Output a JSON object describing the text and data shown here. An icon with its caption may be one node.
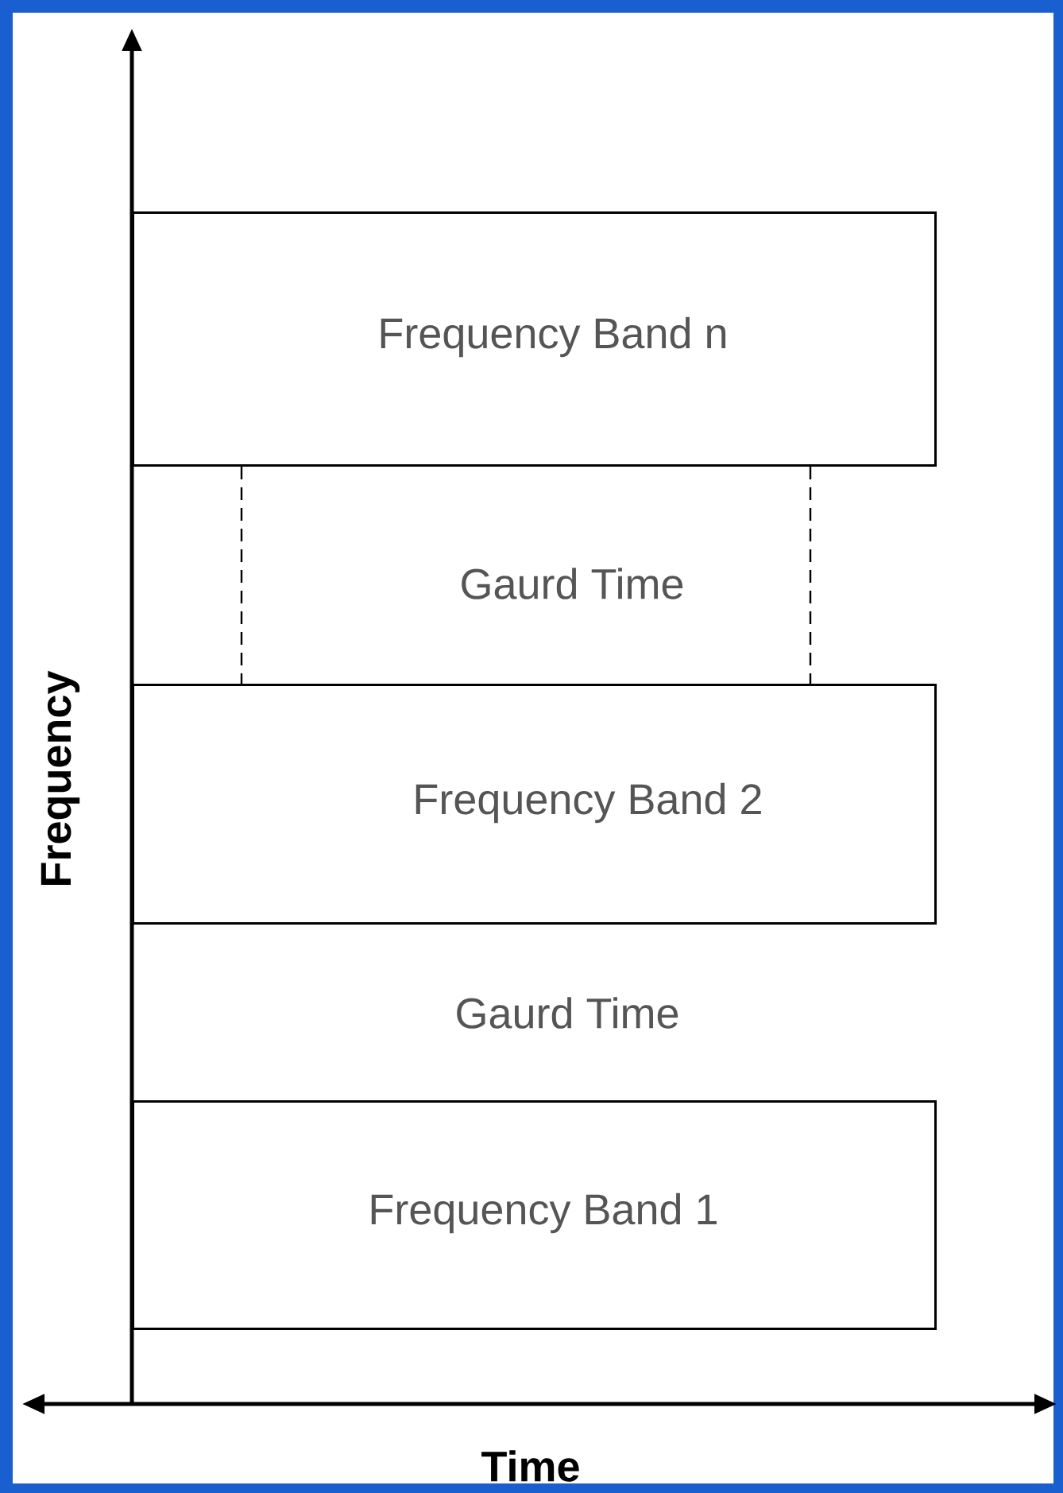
{
  "diagram": {
    "nodes": [
      {
        "text": [
          "Frequency Band n"
        ]
      },
      {
        "text": [
          "Frequency Band 2"
        ]
      },
      {
        "text": [
          "Frequency Band 1"
        ]
      }
    ],
    "edges": [
      {
        "from": 0,
        "to": 1,
        "arrow": "none",
        "style": "dashed"
      },
      {
        "from": 0,
        "to": 1,
        "arrow": "none",
        "style": "dashed"
      }
    ],
    "labels": [
      "Gaurd Time",
      "Gaurd Time",
      "Frequency",
      "Time"
    ]
  }
}
